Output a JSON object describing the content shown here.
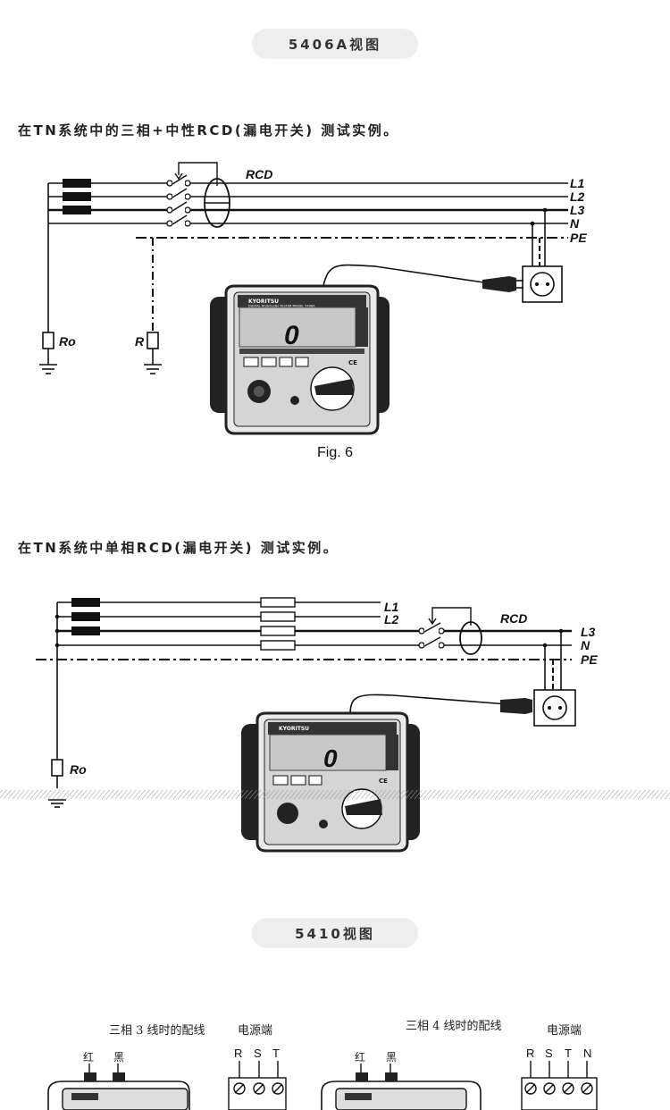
{
  "section1": {
    "pill_label": "5406A视图",
    "example1_heading": "在TN系统中的三相+中性RCD(漏电开关) 测试实例。",
    "fig_caption": "Fig. 6",
    "example2_heading": "在TN系统中单相RCD(漏电开关) 测试实例。"
  },
  "diagram1": {
    "rcd_label": "RCD",
    "line_labels": [
      "L1",
      "L2",
      "L3",
      "N",
      "PE"
    ],
    "ro_label": "Ro",
    "r_label": "R"
  },
  "diagram2": {
    "rcd_label": "RCD",
    "line_labels": [
      "L1",
      "L2",
      "L3",
      "N",
      "PE"
    ],
    "ro_label": "Ro"
  },
  "meter": {
    "brand": "KYORITSU",
    "model_text": "DIGITAL RCD(ELCB) TESTER MODEL 5406A",
    "display_value": "0",
    "ce_mark": "CE"
  },
  "section2": {
    "pill_label": "5410视图",
    "left_caption": "三相 3 线时的配线",
    "left_power_label": "电源端",
    "left_red": "红",
    "left_black": "黑",
    "left_terminals": [
      "R",
      "S",
      "T"
    ],
    "right_caption": "三相 4 线时的配线",
    "right_power_label": "电源端",
    "right_red": "红",
    "right_black": "黑",
    "right_terminals": [
      "R",
      "S",
      "T",
      "N"
    ]
  }
}
